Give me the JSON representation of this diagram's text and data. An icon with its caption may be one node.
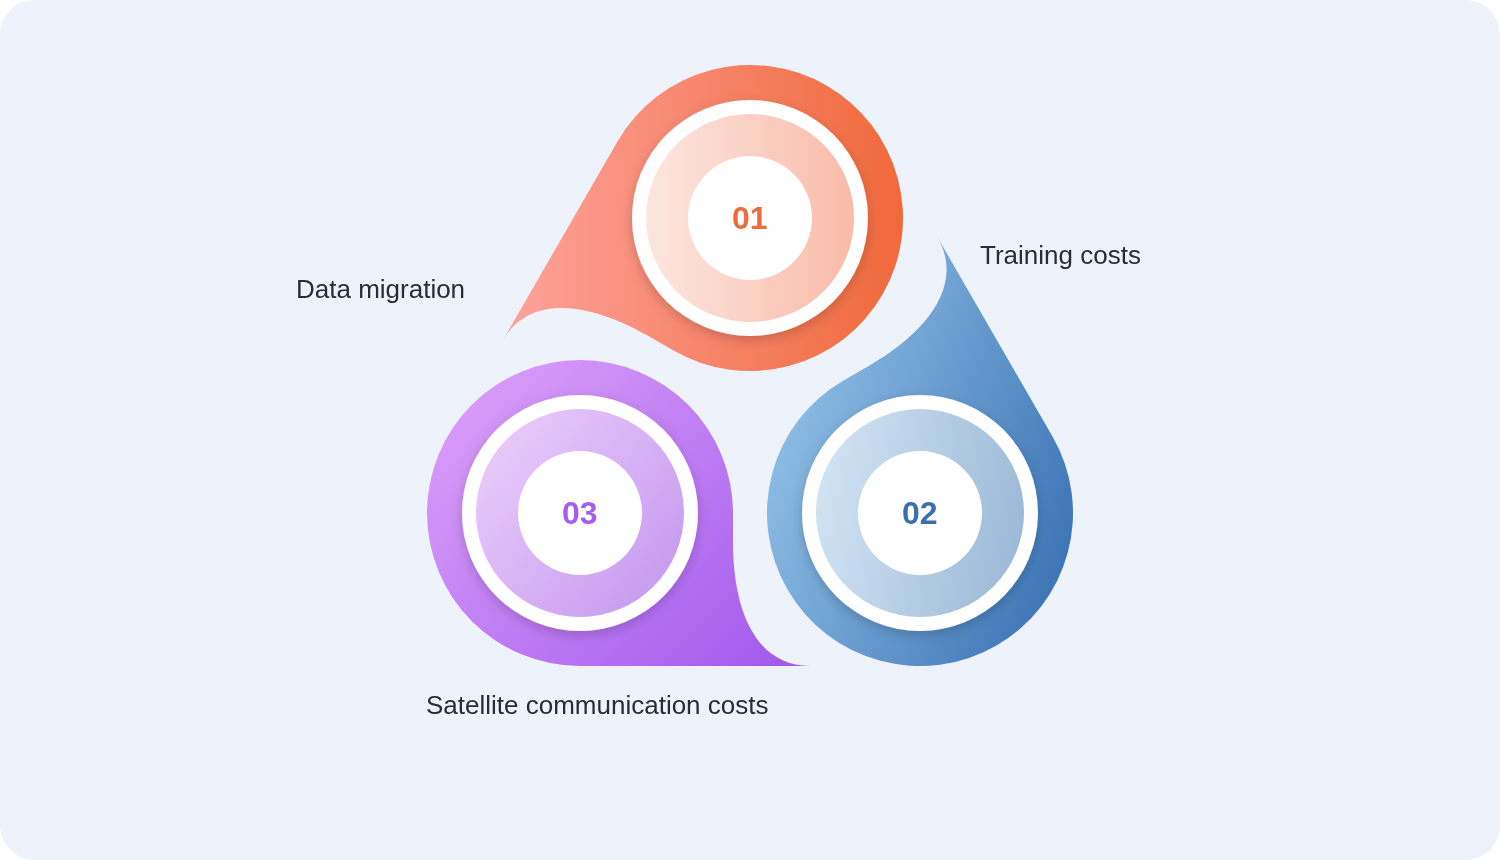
{
  "diagram": {
    "nodes": [
      {
        "text": [
          "01"
        ],
        "beside": [
          "Data migration"
        ]
      },
      {
        "text": [
          "02"
        ],
        "beside": [
          "Training costs"
        ]
      },
      {
        "text": [
          "03"
        ],
        "beside": [
          "Satellite communication costs"
        ]
      }
    ]
  }
}
